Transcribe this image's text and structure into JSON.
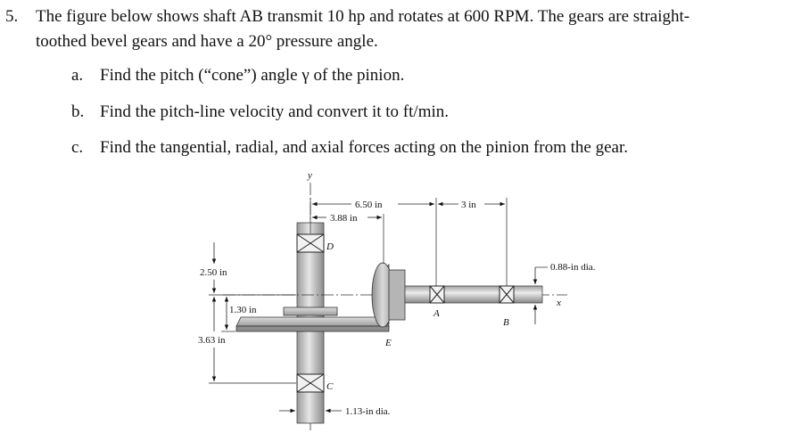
{
  "question": {
    "number": "5.",
    "line1": "The figure below shows shaft AB transmit 10 hp and rotates at 600 RPM. The gears are straight-",
    "line2": "toothed bevel gears and have a 20° pressure angle.",
    "parts": [
      {
        "letter": "a.",
        "text": "Find the pitch (“cone”) angle γ of the pinion."
      },
      {
        "letter": "b.",
        "text": "Find the pitch-line velocity and convert it to ft/min."
      },
      {
        "letter": "c.",
        "text": "Find the tangential, radial, and axial forces acting on the pinion from the gear."
      }
    ]
  },
  "figure": {
    "dimensions": {
      "d650": "6.50 in",
      "d388": "3.88 in",
      "d3": "3 in",
      "d250": "2.50 in",
      "d130": "1.30 in",
      "d363": "3.63 in",
      "dia088": "0.88-in dia.",
      "dia113": "1.13-in dia."
    },
    "labels": {
      "y": "y",
      "x": "x",
      "D": "D",
      "C": "C",
      "A": "A",
      "B": "B",
      "E": "E"
    }
  }
}
